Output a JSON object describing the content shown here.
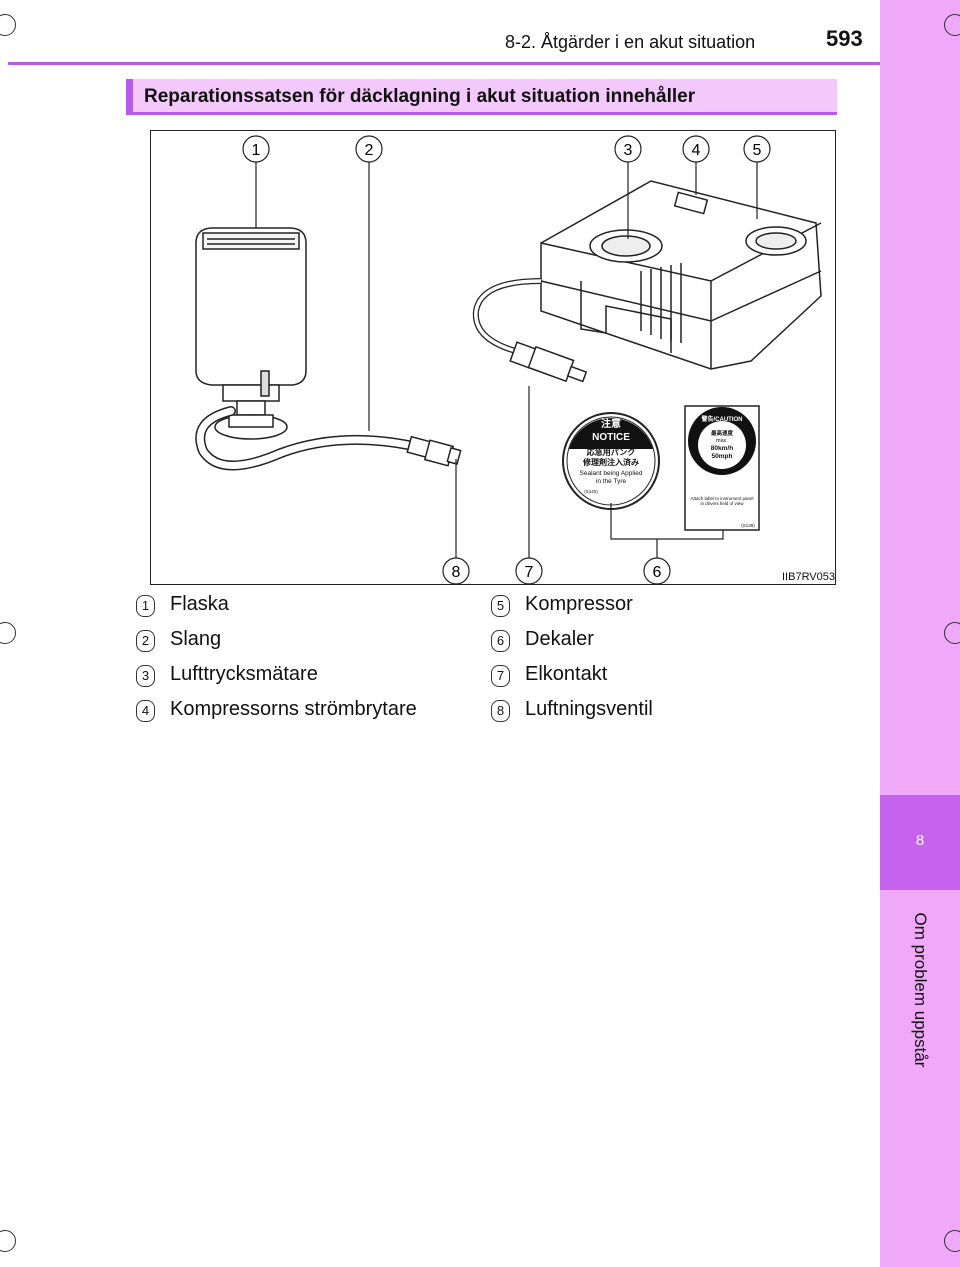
{
  "header": {
    "section": "8-2. Åtgärder i en akut situation",
    "page_number": "593"
  },
  "side_tab": {
    "chapter_number": "8",
    "chapter_title": "Om problem uppstår"
  },
  "section": {
    "title": "Reparationssatsen för däcklagning i akut situation innehåller"
  },
  "figure": {
    "code": "IIB7RV053",
    "callouts": [
      "1",
      "2",
      "3",
      "4",
      "5",
      "6",
      "7",
      "8"
    ],
    "notice_label": {
      "title": "注意",
      "subtitle": "NOTICE",
      "line1": "応急用パンク",
      "line2": "修理剤注入済み",
      "line3": "Sealant being Applied",
      "line4": "in the Tyre",
      "code": "(S140)"
    },
    "caution_label": {
      "title": "警告/CAUTION",
      "speed_jp": "最高速度",
      "max": "max.",
      "kmh": "80km/h",
      "mph": "50mph",
      "note": "Attach label to instrument panel in drivers field of view",
      "code": "(S139)"
    }
  },
  "parts_left": [
    {
      "num": "1",
      "label": "Flaska"
    },
    {
      "num": "2",
      "label": "Slang"
    },
    {
      "num": "3",
      "label": "Lufttrycksmätare"
    },
    {
      "num": "4",
      "label": "Kompressorns strömbrytare"
    }
  ],
  "parts_right": [
    {
      "num": "5",
      "label": "Kompressor"
    },
    {
      "num": "6",
      "label": "Dekaler"
    },
    {
      "num": "7",
      "label": "Elkontakt"
    },
    {
      "num": "8",
      "label": "Luftningsventil"
    }
  ],
  "colors": {
    "accent": "#b45bea",
    "tab": "#f0a8f8",
    "section_bg": "#f3c8fb",
    "chapter": "#c562ee"
  }
}
